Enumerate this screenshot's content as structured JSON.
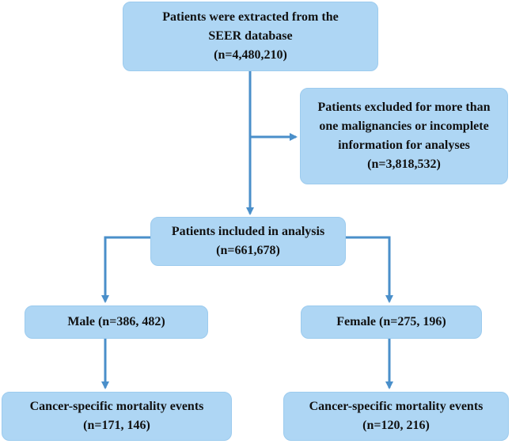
{
  "diagram": {
    "box_color": "#aed6f4",
    "arrow_color": "#4a8fca",
    "source": {
      "line1": "Patients were extracted from the",
      "line2": "SEER database",
      "count": "(n=4,480,210)"
    },
    "excluded": {
      "line1": "Patients excluded for more than",
      "line2": "one malignancies or incomplete",
      "line3": "information for analyses",
      "count": "(n=3,818,532)"
    },
    "included": {
      "line1": "Patients included in analysis",
      "count": "(n=661,678)"
    },
    "male": {
      "label": "Male (n=386, 482)"
    },
    "female": {
      "label": "Female (n=275, 196)"
    },
    "male_events": {
      "line1": "Cancer-specific mortality events",
      "count": "(n=171, 146)"
    },
    "female_events": {
      "line1": "Cancer-specific mortality events",
      "count": "(n=120, 216)"
    }
  }
}
